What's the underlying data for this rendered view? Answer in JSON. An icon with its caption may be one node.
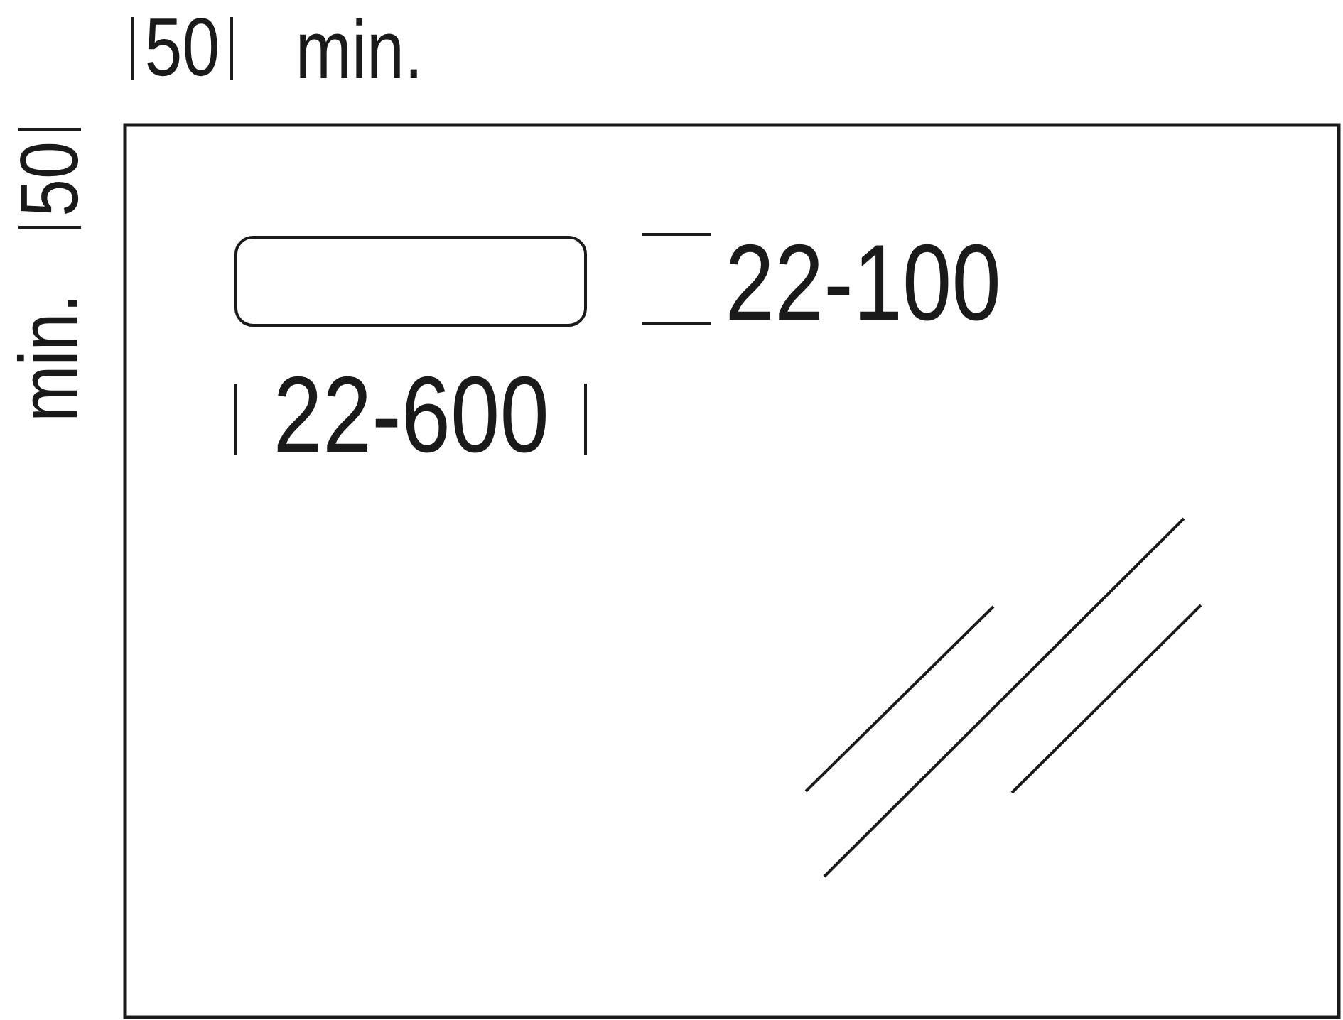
{
  "diagram": {
    "nodes": [
      {
        "text": [],
        "shape": "box"
      }
    ],
    "labels": [
      "50",
      "min.",
      "min.",
      "50",
      "22-100",
      "22-600"
    ]
  }
}
